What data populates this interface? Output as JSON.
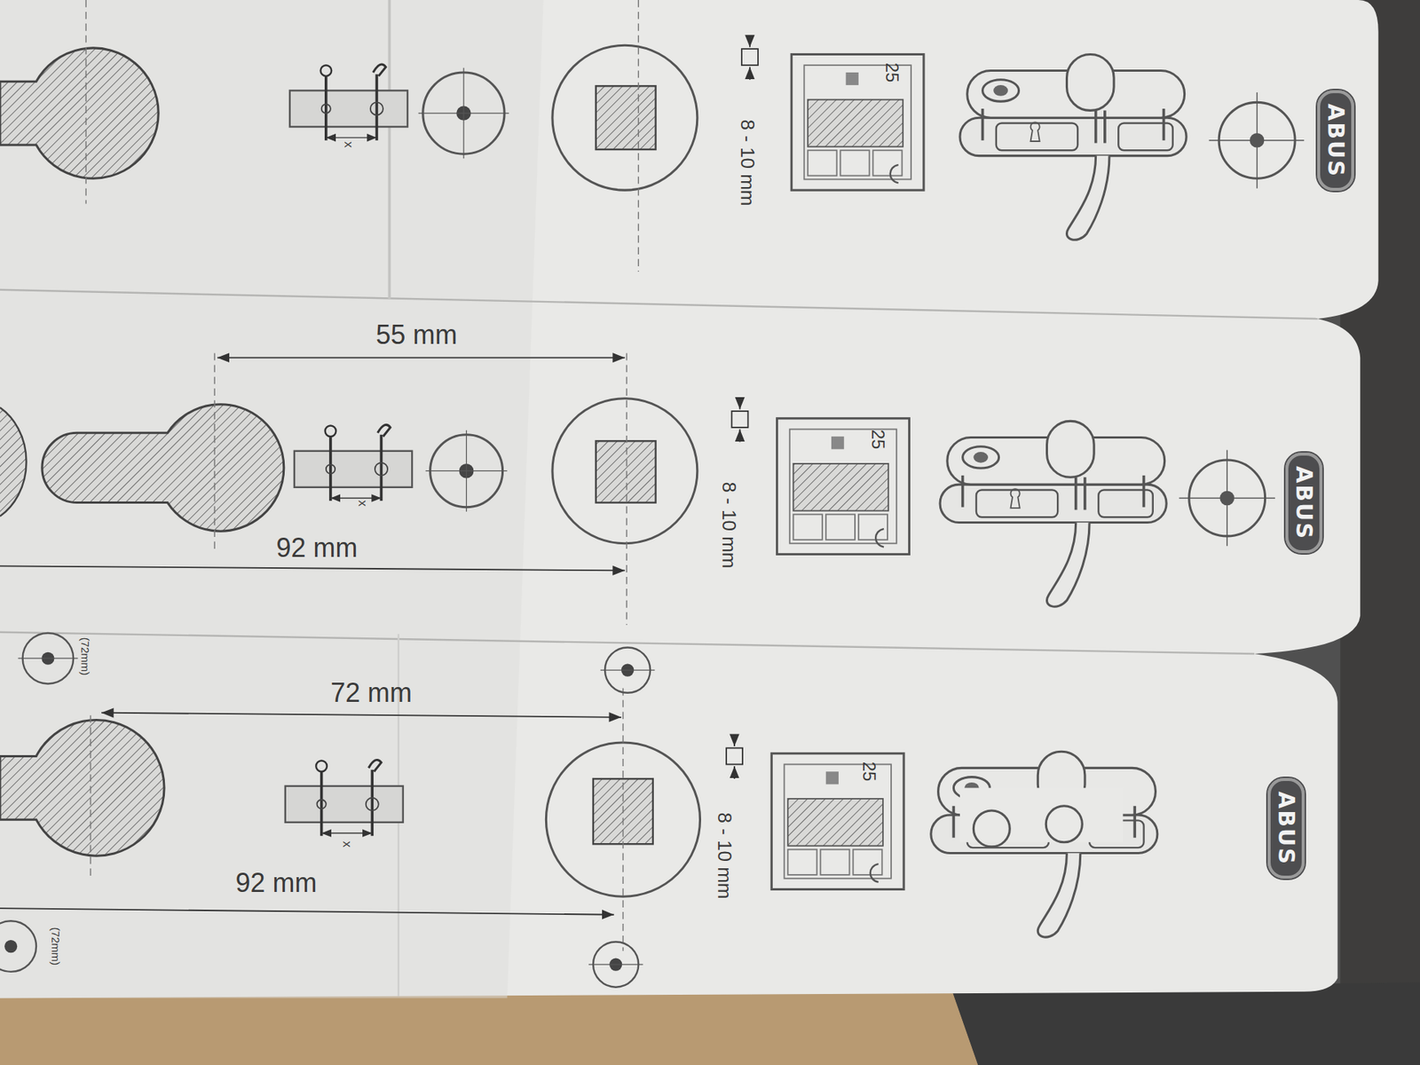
{
  "diagram": {
    "nodes": [
      {
        "text": [
          "ABUS"
        ]
      },
      {
        "text": [
          "ABUS"
        ]
      },
      {
        "text": [
          "ABUS"
        ]
      }
    ],
    "labels": [
      "25",
      "8 - 10 mm",
      "x",
      "55 mm",
      "92 mm",
      "25",
      "8 - 10 mm",
      "x",
      "(72mm)",
      "72 mm",
      "92 mm",
      "25",
      "8 - 10 mm",
      "x",
      "(72mm)"
    ]
  }
}
